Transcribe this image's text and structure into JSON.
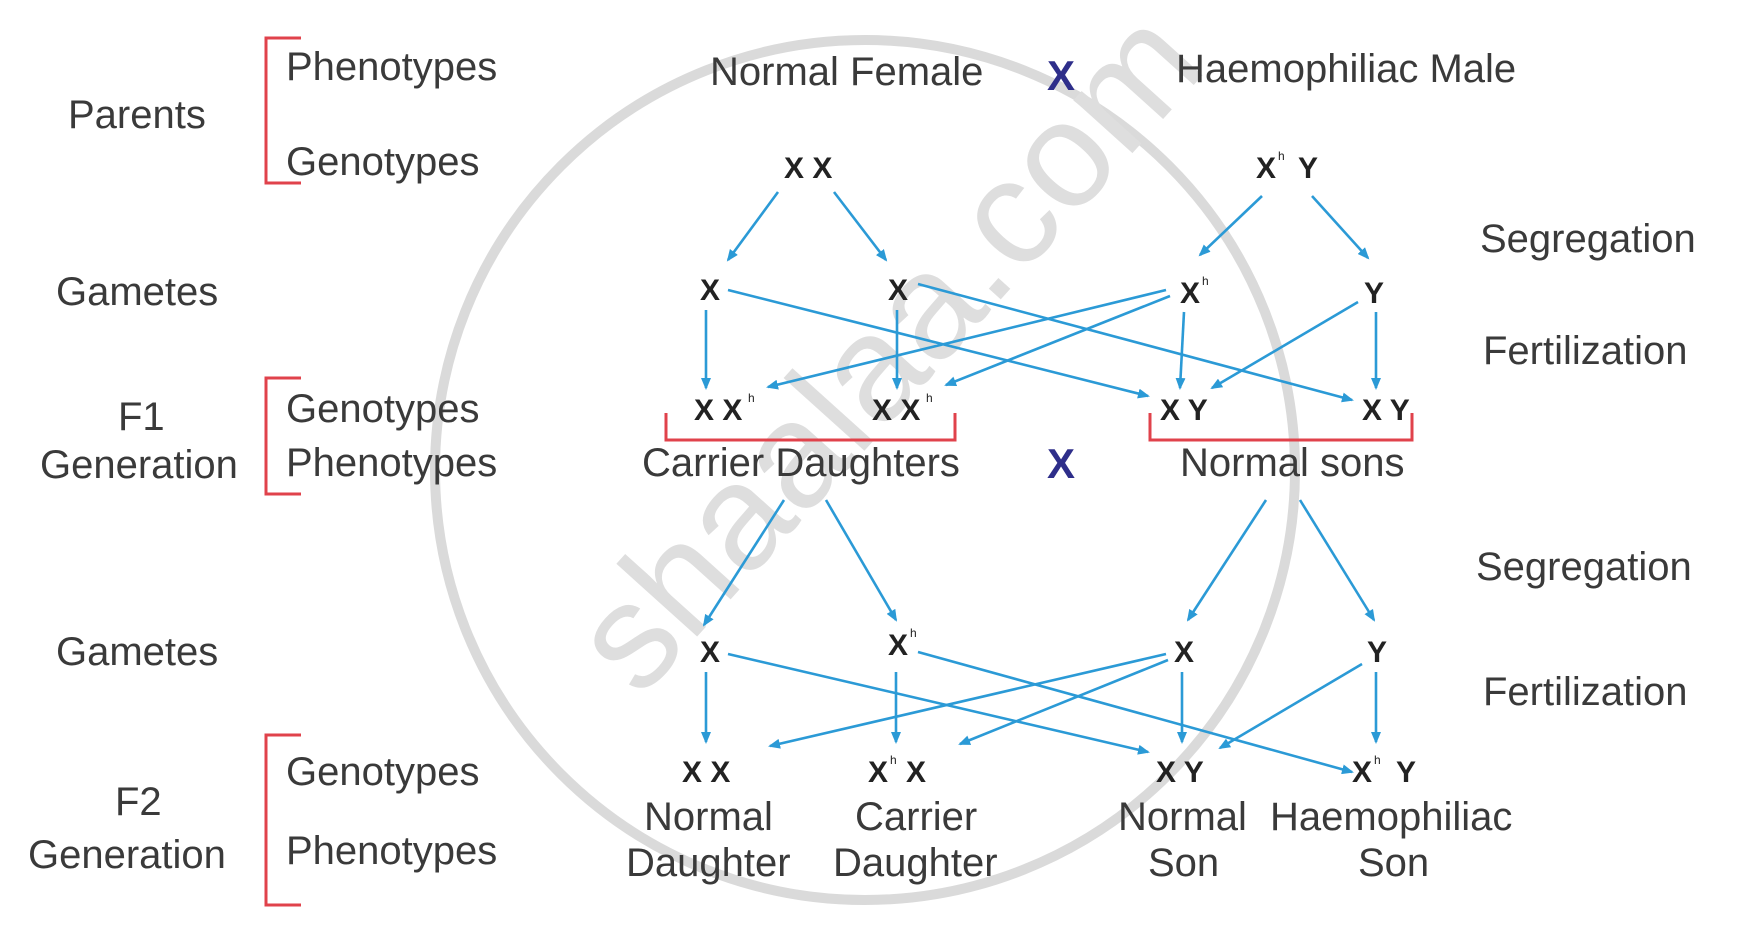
{
  "watermark": "shaalaa.com",
  "colors": {
    "arrow": "#2b9ad6",
    "bracket": "#e0424b",
    "cross": "#2e2e8a",
    "text": "#3a3a3a"
  },
  "rows": {
    "parents": "Parents",
    "phenotypes": "Phenotypes",
    "genotypes": "Genotypes",
    "gametes": "Gametes",
    "f1_line1": "F1",
    "f1_line2": "Generation",
    "f2_line1": "F2",
    "f2_line2": "Generation"
  },
  "steps": {
    "segregation": "Segregation",
    "fertilization": "Fertilization"
  },
  "cross_symbol": "X",
  "parents": {
    "female_phenotype": "Normal Female",
    "male_phenotype": "Haemophiliac Male",
    "female_genotype": "X X",
    "male_genotype_base": "X",
    "male_genotype_sup": "h",
    "male_genotype_y": "Y"
  },
  "gametes_1": {
    "female_a": "X",
    "female_b": "X",
    "male_a": "X",
    "male_a_sup": "h",
    "male_b": "Y"
  },
  "f1": {
    "genotype_1": "X X",
    "genotype_1_sup": "h",
    "genotype_2": "X X",
    "genotype_2_sup": "h",
    "genotype_3": "X Y",
    "genotype_4": "X Y",
    "daughters_phenotype": "Carrier Daughters",
    "sons_phenotype": "Normal sons"
  },
  "gametes_2": {
    "a": "X",
    "b": "X",
    "b_sup": "h",
    "c": "X",
    "d": "Y"
  },
  "f2": {
    "genotype_1": "X X",
    "genotype_2_x": "X",
    "genotype_2_sup": "h",
    "genotype_2_rest": "X",
    "genotype_3": "X Y",
    "genotype_4_x": "X",
    "genotype_4_sup": "h",
    "genotype_4_rest": "Y",
    "phenotype_1_line1": "Normal",
    "phenotype_1_line2": "Daughter",
    "phenotype_2_line1": "Carrier",
    "phenotype_2_line2": "Daughter",
    "phenotype_3_line1": "Normal",
    "phenotype_3_line2": "Son",
    "phenotype_4_line1": "Haemophiliac",
    "phenotype_4_line2": "Son"
  }
}
